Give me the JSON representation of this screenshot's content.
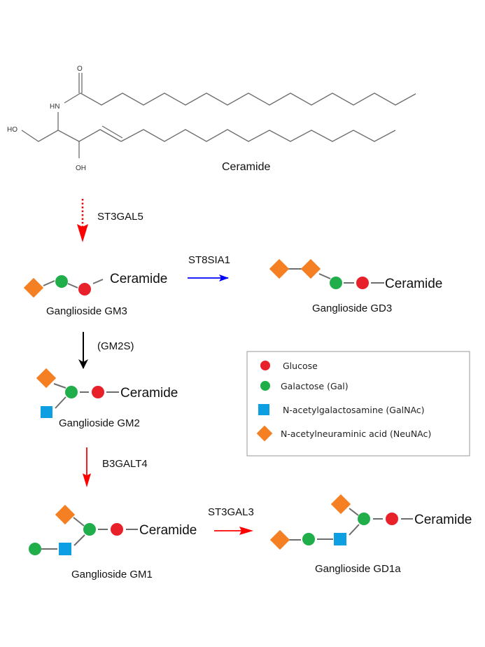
{
  "colors": {
    "glucose": "#e8202a",
    "galactose": "#1fae4a",
    "galnac": "#0e9ee2",
    "neunac": "#f58024",
    "arrow_red": "#ff0000",
    "arrow_blue": "#0000ff",
    "arrow_black": "#000000"
  },
  "ceramide_structure": {
    "label": "Ceramide",
    "atoms": {
      "oxygen": "O",
      "amine": "HN",
      "hydroxyl_left": "HO",
      "hydroxyl_bottom": "OH"
    }
  },
  "steps": [
    {
      "enzyme": "ST3GAL5",
      "style": "dotted",
      "color": "red",
      "from": "Ceramide",
      "to": "Ganglioside GM3"
    },
    {
      "enzyme": "ST8SIA1",
      "style": "solid",
      "color": "blue",
      "from": "Ganglioside GM3",
      "to": "Ganglioside GD3"
    },
    {
      "enzyme": "(GM2S)",
      "style": "solid",
      "color": "black",
      "from": "Ganglioside GM3",
      "to": "Ganglioside GM2"
    },
    {
      "enzyme": "B3GALT4",
      "style": "solid",
      "color": "red",
      "from": "Ganglioside GM2",
      "to": "Ganglioside GM1"
    },
    {
      "enzyme": "ST3GAL3",
      "style": "solid",
      "color": "red",
      "from": "Ganglioside GM1",
      "to": "Ganglioside GD1a"
    }
  ],
  "molecules": {
    "gm3": {
      "name": "Ganglioside GM3",
      "anchor": "Ceramide"
    },
    "gd3": {
      "name": "Ganglioside GD3",
      "anchor": "Ceramide"
    },
    "gm2": {
      "name": "Ganglioside GM2",
      "anchor": "Ceramide"
    },
    "gm1": {
      "name": "Ganglioside GM1",
      "anchor": "Ceramide"
    },
    "gd1a": {
      "name": "Ganglioside GD1a",
      "anchor": "Ceramide"
    }
  },
  "legend": {
    "items": [
      {
        "symbol": "circle",
        "color_key": "glucose",
        "label": "Glucose"
      },
      {
        "symbol": "circle",
        "color_key": "galactose",
        "label": "Galactose (Gal)"
      },
      {
        "symbol": "square",
        "color_key": "galnac",
        "label": "N-acetylgalactosamine (GalNAc)"
      },
      {
        "symbol": "diamond",
        "color_key": "neunac",
        "label": "N-acetylneuraminic acid (NeuNAc)"
      }
    ]
  }
}
